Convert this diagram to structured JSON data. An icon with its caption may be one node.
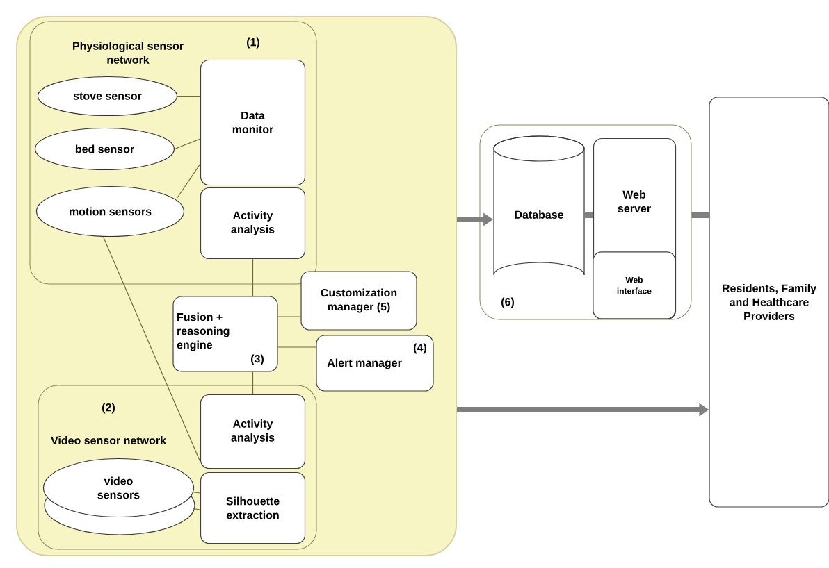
{
  "diagram": {
    "nodes": [
      {
        "text": [],
        "shape": "box"
      },
      {
        "text": [
          "Physiological sensor network",
          "(1)"
        ],
        "in": 0
      },
      {
        "text": [
          "stove sensor"
        ],
        "in": 1
      },
      {
        "text": [
          "bed sensor"
        ],
        "in": 1
      },
      {
        "text": [
          "motion sensors"
        ],
        "in": 1
      },
      {
        "text": [
          "Data monitor"
        ],
        "in": 1
      },
      {
        "text": [
          "Activity analysis"
        ],
        "in": 1
      },
      {
        "text": [
          "Fusion + reasoning engine",
          "(3)"
        ],
        "in": 0
      },
      {
        "text": [
          "Customization manager (5)"
        ],
        "in": 0
      },
      {
        "text": [
          "Alert manager",
          "(4)"
        ],
        "in": 0
      },
      {
        "text": [
          "(2)",
          "Video sensor network"
        ],
        "in": 0
      },
      {
        "text": [
          "Activity analysis"
        ],
        "in": 10
      },
      {
        "text": [
          "video sensors"
        ],
        "in": 10
      },
      {
        "text": [
          "Silhouette extraction"
        ],
        "in": 10
      },
      {
        "text": [
          "(6)"
        ]
      },
      {
        "text": [
          "Database"
        ],
        "in": 14
      },
      {
        "text": [
          "Web server"
        ],
        "in": 14
      },
      {
        "text": [
          "Web interface"
        ],
        "in": 16
      },
      {
        "text": [
          "Residents, Family and Healthcare Providers"
        ]
      }
    ],
    "edges": [
      {
        "from": 2,
        "to": 5,
        "arrow": "none"
      },
      {
        "from": 3,
        "to": 5,
        "arrow": "none"
      },
      {
        "from": 4,
        "to": 5,
        "arrow": "none"
      },
      {
        "from": 4,
        "to": 11,
        "arrow": "none"
      },
      {
        "from": 6,
        "to": 7,
        "arrow": "none"
      },
      {
        "from": 7,
        "to": 8,
        "arrow": "none"
      },
      {
        "from": 7,
        "to": 9,
        "arrow": "none"
      },
      {
        "from": 7,
        "to": 11,
        "arrow": "none"
      },
      {
        "from": 12,
        "to": 13,
        "arrow": "none"
      },
      {
        "from": 12,
        "to": 13,
        "arrow": "none"
      },
      {
        "from": 0,
        "to": 15,
        "arrow": "to",
        "style": "thick",
        "color": "#7f7f7f"
      },
      {
        "from": 15,
        "to": 16,
        "arrow": "none",
        "style": "thick",
        "color": "#7f7f7f"
      },
      {
        "from": 14,
        "to": 18,
        "arrow": "none",
        "style": "thick",
        "color": "#7f7f7f"
      },
      {
        "from": 0,
        "to": 18,
        "arrow": "to",
        "style": "thick",
        "color": "#7f7f7f"
      }
    ]
  }
}
